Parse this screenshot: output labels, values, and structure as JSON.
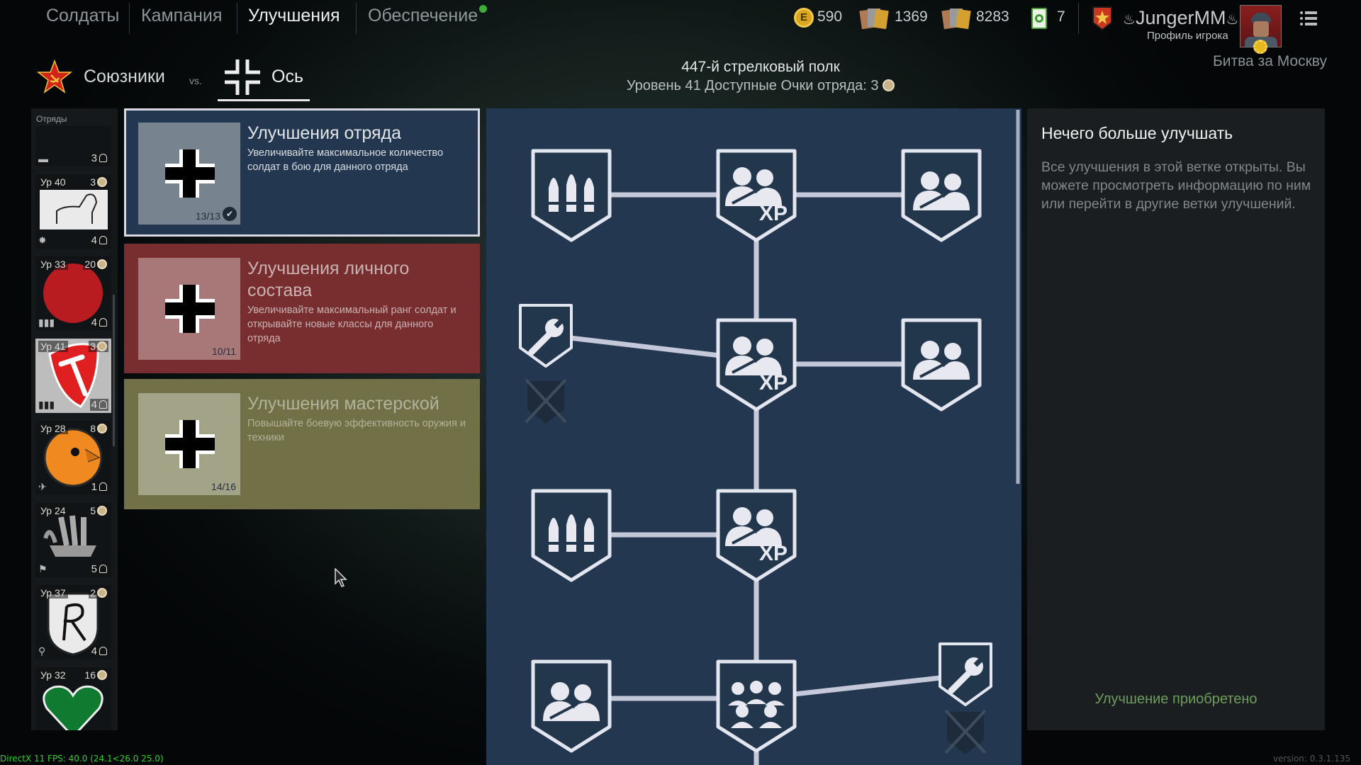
{
  "nav": {
    "tabs": [
      {
        "label": "Солдаты"
      },
      {
        "label": "Кампания"
      },
      {
        "label": "Улучшения",
        "active": true
      },
      {
        "label": "Обеспечение"
      }
    ]
  },
  "currencies": [
    {
      "icon": "gold-coin-icon",
      "value": "590"
    },
    {
      "icon": "weapon-order-icon",
      "value": "1369"
    },
    {
      "icon": "soldier-order-icon",
      "value": "8283"
    },
    {
      "icon": "reroll-ticket-icon",
      "value": "7"
    }
  ],
  "profile": {
    "name": "JungerMM",
    "subtitle": "Профиль игрока",
    "campaign": "Битва за Москву"
  },
  "factions": {
    "allies": "Союзники",
    "vs": "vs.",
    "axis": "Ось"
  },
  "header": {
    "regiment": "447-й стрелковый полк",
    "level_label": "Уровень 41 Доступные Очки отряда: 3"
  },
  "sidebar": {
    "title": "Отряды",
    "items": [
      {
        "level": "",
        "points": "",
        "count": "3",
        "emblem": "chevron",
        "cls": "tank"
      },
      {
        "level": "Ур 40",
        "points": "3",
        "count": "4",
        "emblem": "lion",
        "cls": "explosion"
      },
      {
        "level": "Ур 33",
        "points": "20",
        "count": "4",
        "emblem": "red-circle",
        "cls": "ammo"
      },
      {
        "level": "Ур 41",
        "points": "3",
        "count": "4",
        "emblem": "red-shield",
        "cls": "ammo",
        "selected": true
      },
      {
        "level": "Ур 28",
        "points": "8",
        "count": "1",
        "emblem": "eagle",
        "cls": "plane"
      },
      {
        "level": "Ур 24",
        "points": "5",
        "count": "5",
        "emblem": "ship",
        "cls": "flag"
      },
      {
        "level": "Ур 37",
        "points": "2",
        "count": "4",
        "emblem": "r-shield",
        "cls": "wrench"
      },
      {
        "level": "Ур 32",
        "points": "16",
        "count": "",
        "emblem": "heart",
        "cls": ""
      }
    ]
  },
  "cards": [
    {
      "title": "Улучшения отряда",
      "desc": "Увеличивайте максимальное количество солдат в бою для данного отряда",
      "progress": "13/13",
      "done": true,
      "bg": "#233850"
    },
    {
      "title": "Улучшения личного состава",
      "desc": "Увеличивайте максимальный ранг солдат и открывайте новые классы для данного отряда",
      "progress": "10/11",
      "bg": "#782d2f"
    },
    {
      "title": "Улучшения мастерской",
      "desc": "Повышайте боевую эффективность оружия и техники",
      "progress": "14/16",
      "bg": "#727046"
    }
  ],
  "tree": {
    "xp_label": "XP"
  },
  "info": {
    "title": "Нечего больше улучшать",
    "body": "Все улучшения в этой ветке открыты. Вы можете просмотреть информацию по ним или перейти в другие ветки улучшений.",
    "status": "Улучшение приобретено"
  },
  "footer": {
    "fps": "DirectX 11 FPS: 40.0 (24.1<26.0 25.0)",
    "version": "version: 0.3.1.135"
  },
  "colors": {
    "accent_green": "#6e9e5c",
    "tree_bg": "#233850"
  }
}
